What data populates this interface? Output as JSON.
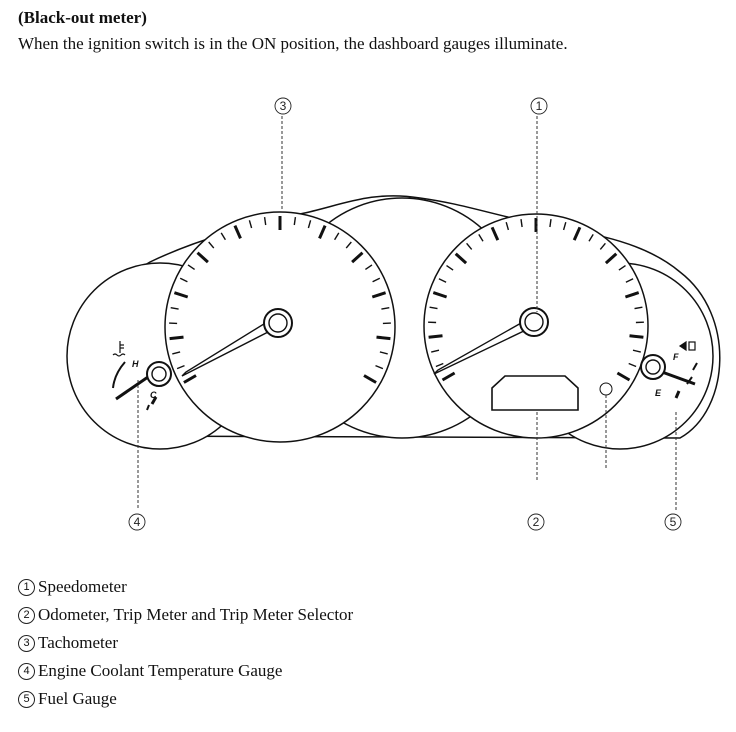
{
  "heading": "(Black-out meter)",
  "intro": "When the ignition switch is in the ON position, the dashboard gauges illuminate.",
  "callouts": {
    "speedometer": "1",
    "odometer": "2",
    "tachometer": "3",
    "coolant": "4",
    "fuel": "5"
  },
  "gauge_marks": {
    "hot": "H",
    "cold": "C",
    "full": "F",
    "empty": "E"
  },
  "legend": [
    {
      "num": "1",
      "label": "Speedometer"
    },
    {
      "num": "2",
      "label": "Odometer, Trip Meter and Trip Meter Selector"
    },
    {
      "num": "3",
      "label": "Tachometer"
    },
    {
      "num": "4",
      "label": "Engine Coolant Temperature Gauge"
    },
    {
      "num": "5",
      "label": "Fuel Gauge"
    }
  ],
  "icons": [
    "coolant-temperature-icon",
    "fuel-pump-icon"
  ]
}
